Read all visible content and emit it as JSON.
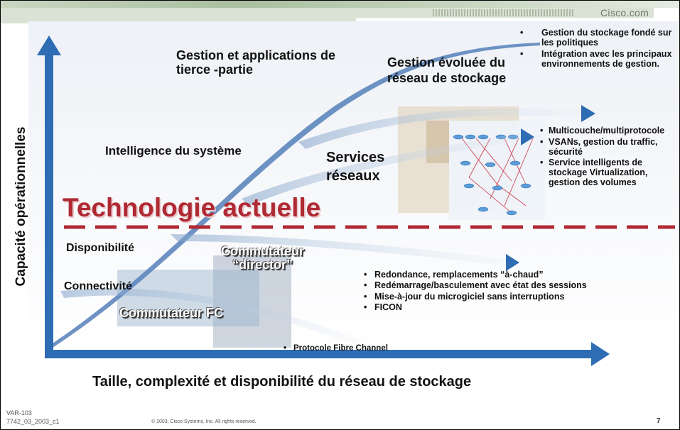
{
  "header": {
    "brand": "Cisco.com"
  },
  "axes": {
    "y_label": "Capacité opérationnelles",
    "x_label": "Taille, complexité et disponibilité du réseau de stockage"
  },
  "levels": {
    "gestion_tierce": "Gestion et applications de tierce -partie",
    "gestion_evoluee": "Gestion évoluée du réseau de stockage",
    "intelligence": "Intelligence du système",
    "services": "Services réseaux",
    "technologie": "Technologie actuelle",
    "disponibilite": "Disponibilité",
    "connectivite": "Connectivité",
    "commutateur_director": "Commutateur “director”",
    "commutateur_fc": "Commutateur FC"
  },
  "bullets": {
    "management": [
      "Gestion du stockage fondé sur les politiques",
      "Intégration avec les principaux environnements de gestion."
    ],
    "services": [
      "Multicouche/multiprotocole",
      "VSANs, gestion du traffic, sécurité",
      "Service intelligents de stockage Virtualization, gestion des volumes"
    ],
    "availability": [
      "Redondance, remplacements “à-chaud”",
      "Redémarrage/basculement avec état des sessions",
      "Mise-à-jour du microgiciel sans interruptions",
      "FICON"
    ],
    "connectivity": [
      "Protocole Fibre Channel"
    ]
  },
  "footer": {
    "code_line1": "VAR-103",
    "code_line2": "7742_03_2003_c1",
    "copyright": "© 2003, Cisco Systems, Inc. All rights reserved.",
    "page_number": "7"
  },
  "colors": {
    "accent_red": "#b02a33",
    "arrow_blue": "#2e6cb3",
    "banner_green": "#a9bfa0"
  }
}
